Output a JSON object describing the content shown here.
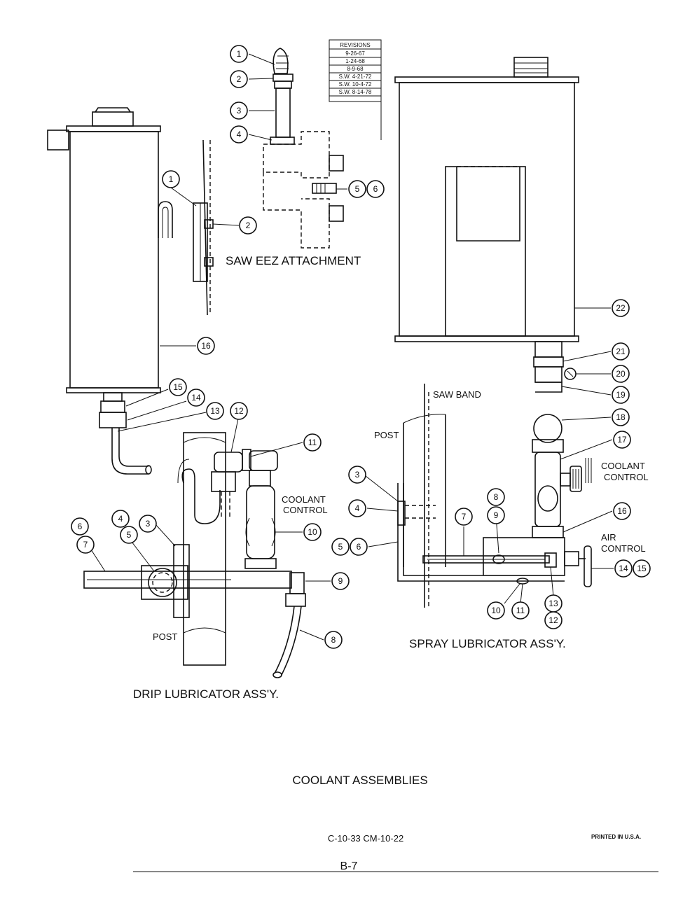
{
  "revisions": {
    "title": "REVISIONS",
    "entries": [
      "9-26-67",
      "1-24-68",
      "8-9-68",
      "S.W. 4-21-72",
      "S.W. 10-4-72",
      "S.W. 8-14-78"
    ]
  },
  "labels": {
    "saw_eez": "SAW EEZ ATTACHMENT",
    "saw_band": "SAW BAND",
    "post_spray": "POST",
    "post_drip": "POST",
    "coolant_control_spray_1": "COOLANT",
    "coolant_control_spray_2": "CONTROL",
    "coolant_control_drip_1": "COOLANT",
    "coolant_control_drip_2": "CONTROL",
    "air_control_1": "AIR",
    "air_control_2": "CONTROL",
    "drip_title": "DRIP LUBRICATOR ASS'Y.",
    "spray_title": "SPRAY LUBRICATOR ASS'Y."
  },
  "footer": {
    "title": "COOLANT ASSEMBLIES",
    "codes": "C-10-33  CM-10-22",
    "printed": "PRINTED IN U.S.A.",
    "page": "B-7"
  },
  "callouts": {
    "saw_eez_1": "1",
    "saw_eez_2": "2",
    "saw_eez_3": "3",
    "saw_eez_4": "4",
    "saw_eez_5": "5",
    "saw_eez_6": "6",
    "tank_1": "1",
    "tank_2": "2",
    "tank_16": "16",
    "drip_15": "15",
    "drip_14": "14",
    "drip_13": "13",
    "drip_12": "12",
    "drip_11": "11",
    "drip_10": "10",
    "drip_9": "9",
    "drip_8": "8",
    "drip_6": "6",
    "drip_7": "7",
    "drip_4": "4",
    "drip_5": "5",
    "drip_3": "3",
    "spray_22": "22",
    "spray_21": "21",
    "spray_20": "20",
    "spray_19": "19",
    "spray_18": "18",
    "spray_17": "17",
    "spray_16": "16",
    "spray_14": "14",
    "spray_15": "15",
    "spray_3": "3",
    "spray_4": "4",
    "spray_5": "5",
    "spray_6": "6",
    "spray_7": "7",
    "spray_8": "8",
    "spray_9": "9",
    "spray_10": "10",
    "spray_11": "11",
    "spray_13": "13",
    "spray_12": "12"
  }
}
